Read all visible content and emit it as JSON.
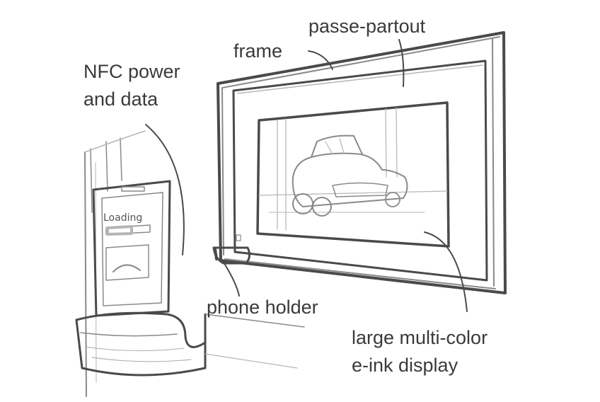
{
  "labels": {
    "passe_partout": "passe-partout",
    "frame": "frame",
    "nfc_line1": "NFC power",
    "nfc_line2": "and data",
    "phone_holder": "phone holder",
    "display_line1": "large multi-color",
    "display_line2": "e-ink display"
  },
  "phone_screen": {
    "loading_text": "Loading"
  },
  "colors": {
    "pencil": "#4a4a4a",
    "label_text": "#3a3a3a",
    "paper": "#ffffff"
  }
}
